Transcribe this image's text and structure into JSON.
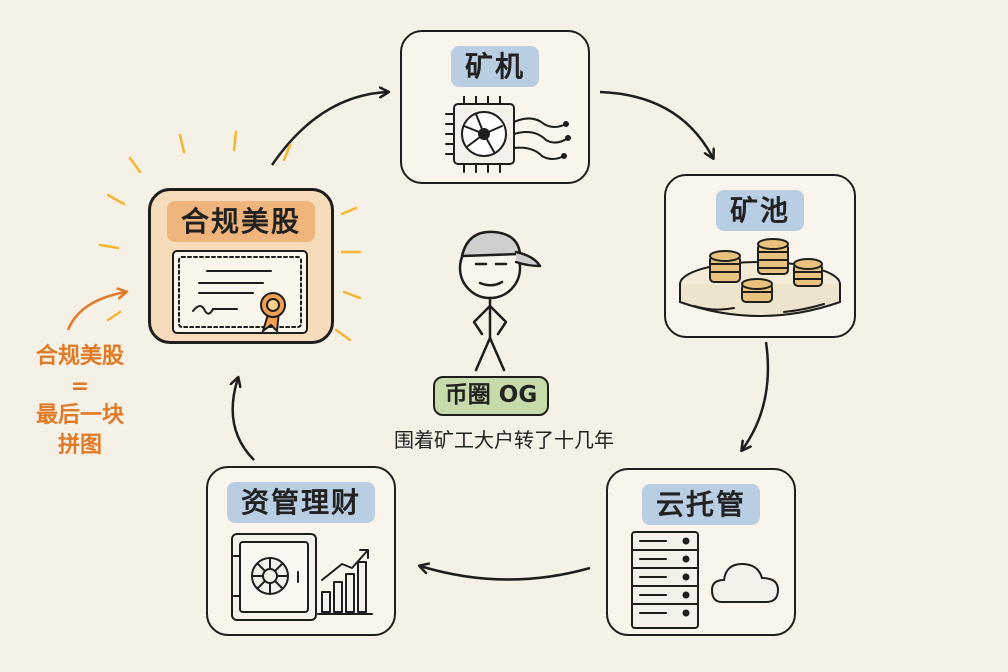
{
  "nodes": {
    "miner": {
      "label": "矿机",
      "icon": "mining-chip-icon"
    },
    "pool": {
      "label": "矿池",
      "icon": "coin-pool-icon"
    },
    "cloud_hosting": {
      "label": "云托管",
      "icon": "server-cloud-icon"
    },
    "wealth_mgmt": {
      "label": "资管理财",
      "icon": "safe-growth-icon"
    },
    "us_stock": {
      "label": "合规美股",
      "icon": "certificate-icon"
    }
  },
  "center": {
    "badge": "币圈 OG",
    "caption": "围着矿工大户转了十几年",
    "icon": "stick-figure-cap-icon"
  },
  "side_note": {
    "line1": "合规美股",
    "line2": "=",
    "line3": "最后一块",
    "line4": "拼图"
  },
  "colors": {
    "background": "#f6f1e6",
    "label_blue": "#b9cde3",
    "label_orange": "#efb57c",
    "label_green": "#c7dbaa",
    "accent_orange": "#e07a27",
    "highlight_yellow": "#f2b632"
  }
}
